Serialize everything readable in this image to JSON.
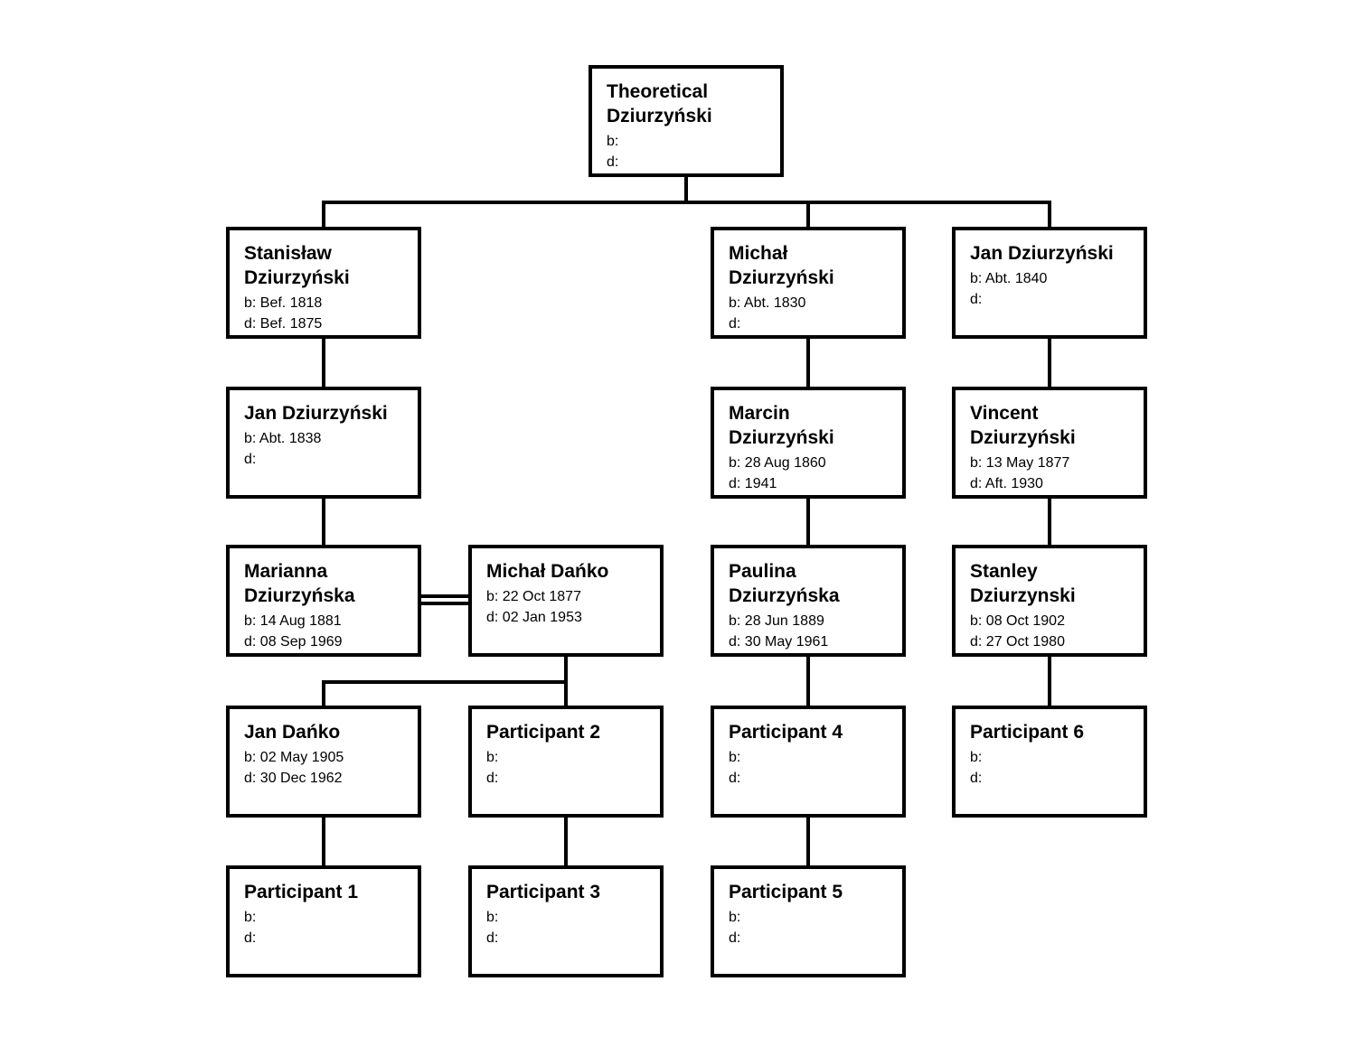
{
  "diagram": {
    "type": "family-tree",
    "nodes": [
      {
        "name": "Theoretical Dziurzyński",
        "born": "b:",
        "died": "d:"
      },
      {
        "name": "Stanisław Dziurzyński",
        "born": "b: Bef. 1818",
        "died": "d: Bef. 1875"
      },
      {
        "name": "Michał Dziurzyński",
        "born": "b: Abt. 1830",
        "died": "d:"
      },
      {
        "name": "Jan Dziurzyński",
        "born": "b: Abt. 1840",
        "died": "d:"
      },
      {
        "name": "Jan Dziurzyński",
        "born": "b: Abt. 1838",
        "died": "d:"
      },
      {
        "name": "Marcin Dziurzyński",
        "born": "b: 28 Aug 1860",
        "died": "d: 1941"
      },
      {
        "name": "Vincent Dziurzyński",
        "born": "b: 13 May 1877",
        "died": "d: Aft. 1930"
      },
      {
        "name": "Marianna Dziurzyńska",
        "born": "b: 14 Aug 1881",
        "died": "d: 08 Sep 1969"
      },
      {
        "name": "Michał Dańko",
        "born": "b: 22 Oct 1877",
        "died": "d: 02 Jan 1953"
      },
      {
        "name": "Paulina Dziurzyńska",
        "born": "b: 28 Jun 1889",
        "died": "d: 30 May 1961"
      },
      {
        "name": "Stanley Dziurzynski",
        "born": "b: 08 Oct 1902",
        "died": "d: 27 Oct 1980"
      },
      {
        "name": "Jan Dańko",
        "born": "b: 02 May 1905",
        "died": "d: 30 Dec 1962"
      },
      {
        "name": "Participant 2",
        "born": "b:",
        "died": "d:"
      },
      {
        "name": "Participant 4",
        "born": "b:",
        "died": "d:"
      },
      {
        "name": "Participant 6",
        "born": "b:",
        "died": "d:"
      },
      {
        "name": "Participant 1",
        "born": "b:",
        "died": "d:"
      },
      {
        "name": "Participant 3",
        "born": "b:",
        "died": "d:"
      },
      {
        "name": "Participant 5",
        "born": "b:",
        "died": "d:"
      }
    ],
    "relationships": {
      "parent_child_node_indices": [
        [
          0,
          1
        ],
        [
          0,
          2
        ],
        [
          0,
          3
        ],
        [
          1,
          4
        ],
        [
          4,
          7
        ],
        [
          8,
          11
        ],
        [
          8,
          12
        ],
        [
          11,
          15
        ],
        [
          12,
          16
        ],
        [
          2,
          5
        ],
        [
          5,
          9
        ],
        [
          9,
          13
        ],
        [
          13,
          17
        ],
        [
          3,
          6
        ],
        [
          6,
          10
        ],
        [
          10,
          14
        ]
      ],
      "marriage_node_indices": [
        [
          7,
          8
        ]
      ],
      "marriage_line_style": "double"
    },
    "colors": {
      "background": "#ffffff",
      "box_fill": "#ffffff",
      "box_border": "#000000",
      "text": "#000000",
      "connector": "#000000"
    }
  }
}
